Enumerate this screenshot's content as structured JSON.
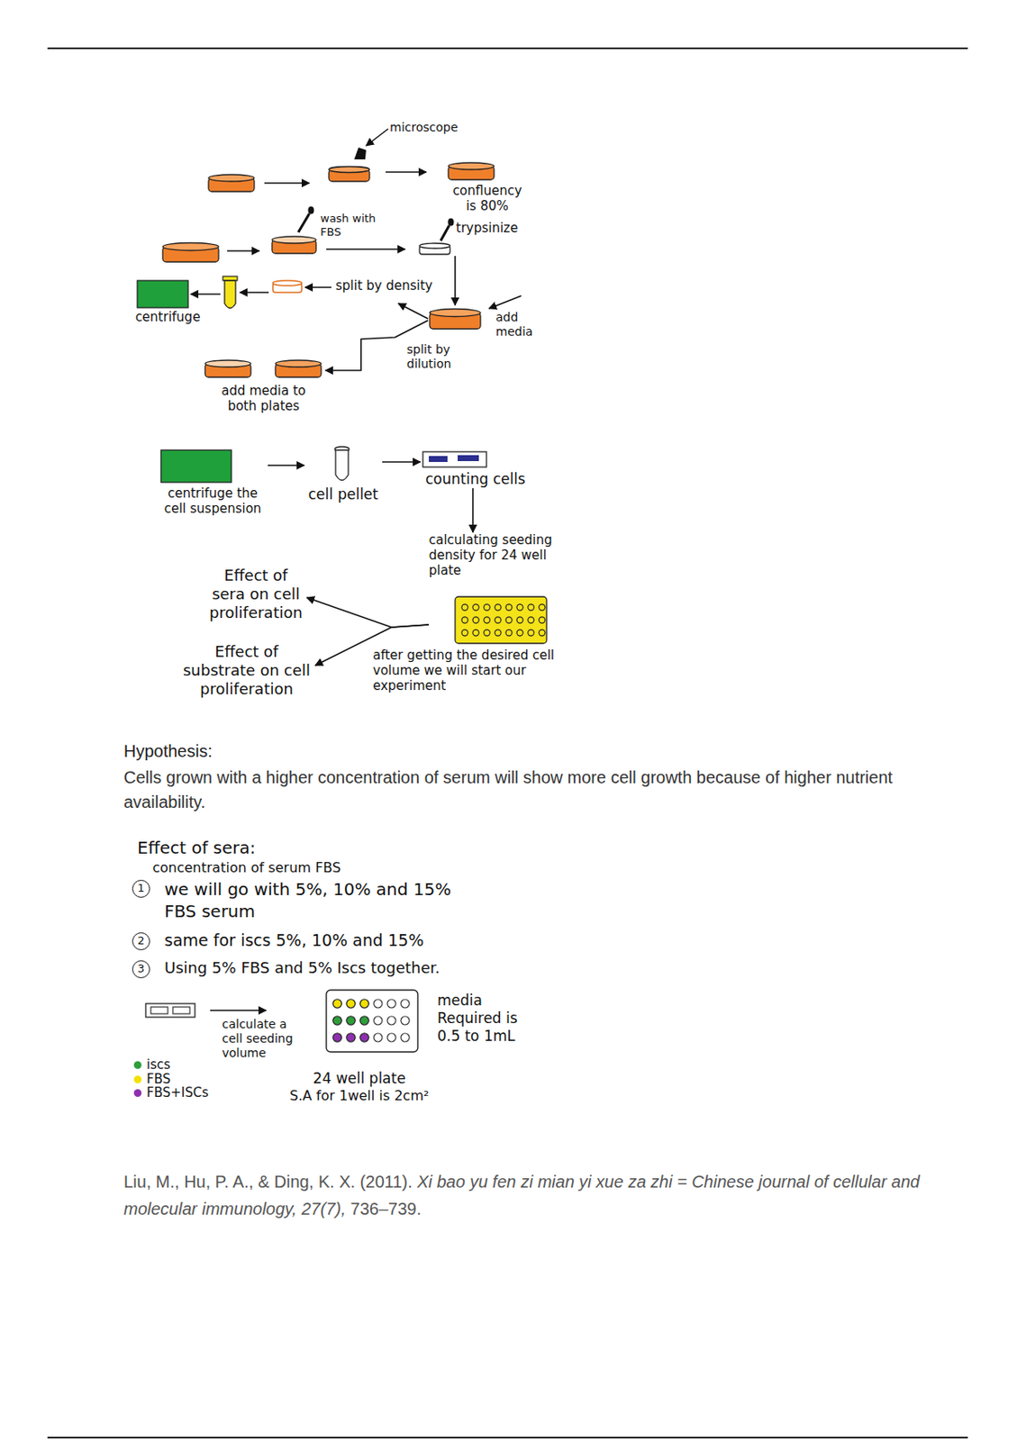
{
  "diagram": {
    "nodes": [
      {
        "text": [
          "confluency is 80%"
        ]
      },
      {
        "text": [
          "trypsinize"
        ]
      },
      {
        "text": [
          "add media"
        ]
      },
      {
        "text": [
          "centrifuge"
        ]
      },
      {
        "text": [
          "add media to both plates"
        ]
      },
      {
        "text": [
          "centrifuge the cell suspension"
        ]
      },
      {
        "text": [
          "cell pellet"
        ]
      },
      {
        "text": [
          "counting cells"
        ]
      },
      {
        "text": [
          "calculating seeding density for 24 well plate"
        ]
      },
      {
        "text": [
          "Effect of sera on cell proliferation"
        ]
      },
      {
        "text": [
          "Effect of substrate on cell proliferation"
        ]
      },
      {
        "text": [
          "24 well plate",
          "S.A for 1well is 2cm²"
        ]
      }
    ],
    "edges": [
      {
        "from": 1,
        "to": 2,
        "arrow": "to"
      },
      {
        "from": 2,
        "to": 4,
        "label": "split by dilution",
        "arrow": "to"
      },
      {
        "from": 5,
        "to": 6,
        "arrow": "to"
      },
      {
        "from": 6,
        "to": 7,
        "arrow": "to"
      },
      {
        "from": 7,
        "to": 8,
        "arrow": "to"
      },
      {
        "from": 8,
        "to": 9,
        "arrow": "to"
      },
      {
        "from": 8,
        "to": 10,
        "arrow": "to"
      }
    ],
    "labels": [
      "microscope",
      "wash with FBS",
      "split by density",
      "after getting the desired cell volume we will start our experiment",
      "Hypothesis:",
      "Cells grown with a higher concentration of serum will show more cell growth because of higher nutrient availability.",
      "Effect of sera:",
      "concentration of serum FBS",
      "1",
      "we will go with 5%, 10% and 15% FBS serum",
      "2",
      "same for iscs 5%, 10% and 15%",
      "3",
      "Using 5% FBS and 5% Iscs together.",
      "calculate a cell seeding volume",
      "media Required is 0.5 to 1mL",
      "Liu, M., Hu, P. A., & Ding, K. X. (2011).",
      "Xi bao yu fen zi mian yi xue za zhi = Chinese journal of cellular and molecular immunology, 27(7),",
      "736–739."
    ],
    "legend": [
      {
        "text": "iscs",
        "color": "#2e9e3a"
      },
      {
        "text": "FBS",
        "color": "#f2e000"
      },
      {
        "text": "FBS+ISCs",
        "color": "#8e2fb0"
      }
    ]
  }
}
